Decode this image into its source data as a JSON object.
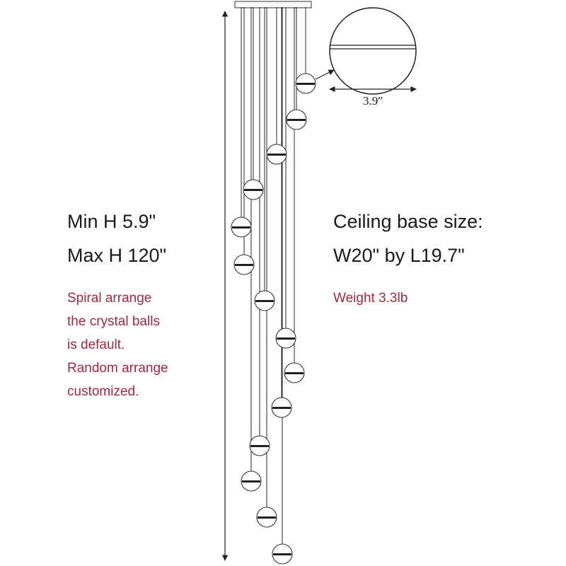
{
  "height_spec": {
    "min": "Min H 5.9\"",
    "max": "Max H 120\""
  },
  "arrangement_note": [
    "Spiral arrange",
    "the crystal balls",
    "is default.",
    "Random arrange",
    "customized."
  ],
  "ceiling_spec": {
    "line1": "Ceiling base size:",
    "line2": "W20\" by L19.7\""
  },
  "weight": "Weight 3.3lb",
  "ball_diameter_label": "3.9″",
  "colors": {
    "text": "#1a1a1a",
    "accent": "#a3283f",
    "line": "#222222"
  }
}
